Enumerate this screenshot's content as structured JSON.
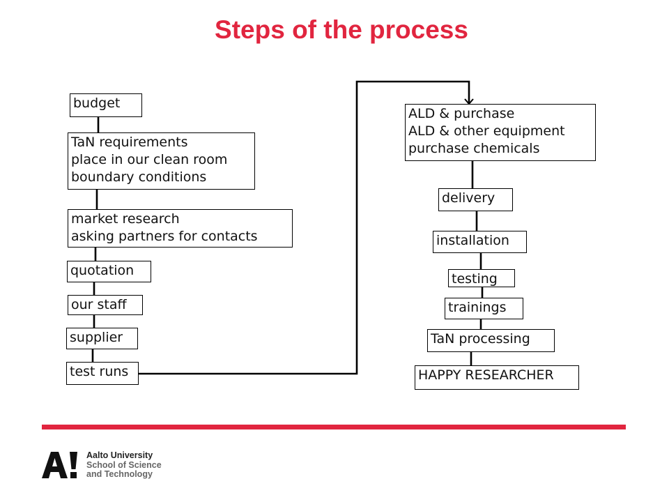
{
  "slide": {
    "title": "Steps of the process"
  },
  "diagram": {
    "left_steps": [
      {
        "lines": [
          "budget"
        ]
      },
      {
        "lines": [
          "TaN requirements",
          "place in our clean room",
          "boundary conditions"
        ]
      },
      {
        "lines": [
          "market research",
          "asking partners for contacts"
        ]
      },
      {
        "lines": [
          "quotation"
        ]
      },
      {
        "lines": [
          "our staff"
        ]
      },
      {
        "lines": [
          "supplier"
        ]
      },
      {
        "lines": [
          "test runs"
        ]
      }
    ],
    "right_steps": [
      {
        "lines": [
          "ALD & purchase",
          "ALD & other equipment",
          "purchase chemicals"
        ]
      },
      {
        "lines": [
          "delivery"
        ]
      },
      {
        "lines": [
          "installation"
        ]
      },
      {
        "lines": [
          "testing"
        ]
      },
      {
        "lines": [
          "trainings"
        ]
      },
      {
        "lines": [
          "TaN processing"
        ]
      },
      {
        "lines": [
          "HAPPY RESEARCHER"
        ]
      }
    ],
    "line_color": "#000000"
  },
  "footer": {
    "rule_color": "#e1253f",
    "logo_mark": "A!",
    "logo_lines": [
      "Aalto University",
      "School of Science",
      "and Technology"
    ]
  }
}
